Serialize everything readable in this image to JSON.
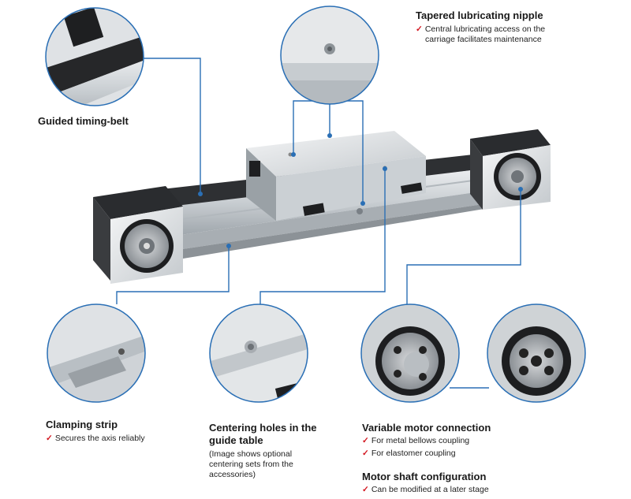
{
  "colors": {
    "accent_line": "#2a6fb5",
    "circle_border": "#2a6fb5",
    "check_mark": "#d2141e",
    "aluminium_light": "#d9dde0",
    "aluminium_dark": "#9aa1a7",
    "housing_dark": "#3a3c3f"
  },
  "callouts": {
    "lubricating": {
      "title": "Tapered lubricating nipple",
      "items": [
        "Central lubricating access on the",
        "carriage facilitates maintenance"
      ]
    },
    "timing_belt": {
      "title": "Guided timing-belt"
    },
    "clamping": {
      "title": "Clamping strip",
      "items": [
        "Secures the axis reliably"
      ]
    },
    "centering": {
      "title_line1": "Centering holes in the",
      "title_line2": "guide table",
      "note_line1": "(Image shows optional",
      "note_line2": "centering sets from the",
      "note_line3": "accessories)"
    },
    "motor_connection": {
      "title": "Variable motor connection",
      "items": [
        "For metal bellows coupling",
        "For elastomer coupling"
      ]
    },
    "motor_shaft": {
      "title": "Motor shaft configuration",
      "items": [
        "Can be modified at a later stage"
      ]
    }
  },
  "icons": {
    "check": "✓"
  }
}
